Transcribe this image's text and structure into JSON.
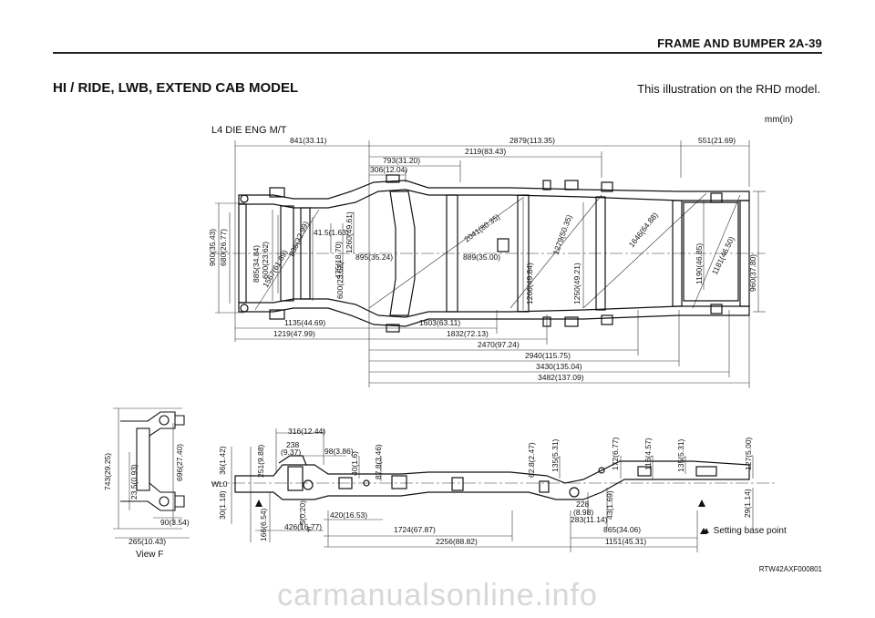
{
  "header": {
    "section": "FRAME AND BUMPER  2A-39"
  },
  "title": "HI / RIDE, LWB, EXTEND CAB MODEL",
  "note": "This illustration on the RHD model.",
  "units": "mm(in)",
  "variant": "L4 DIE ENG M/T",
  "plan_dims": {
    "d841": "841(33.11)",
    "d2879": "2879(113.35)",
    "d551": "551(21.69)",
    "d2119": "2119(83.43)",
    "d793": "793(31.20)",
    "d306": "306(12.04)",
    "d900": "900(35.43)",
    "d680": "680(26.77)",
    "d885": "885(34.84)",
    "d600a": "600(23.62)",
    "d838": "838(32.99)",
    "d1567": "1567(61.69)",
    "d41_5": "41.5(1.63)",
    "d1260": "1260(49.61)",
    "d475": "475(18.70)",
    "d600b": "600(23.62)",
    "d895": "895(35.24)",
    "d889": "889(35.00)",
    "d2041": "2041(80.35)",
    "d1279": "1279(50.35)",
    "d1266": "1266(49.84)",
    "d1250": "1250(49.21)",
    "d1646": "1646(64.88)",
    "d1190": "1190(46.85)",
    "d1181": "1181(46.50)",
    "d960": "960(37.80)",
    "d1135": "1135(44.69)",
    "d1603": "1603(63.11)",
    "d1219": "1219(47.99)",
    "d1832": "1832(72.13)",
    "d2470": "2470(97.24)",
    "d2940": "2940(115.75)",
    "d3430": "3430(135.04)",
    "d3482": "3482(137.09)"
  },
  "side_dims": {
    "d316": "316(12.44)",
    "d238a": "238",
    "d238b": "(9.37)",
    "d98": "98(3.86)",
    "d40": "40(1.6)",
    "d36": "36(1.42)",
    "d251": "251(9.88)",
    "d87": "87.8(3.46)",
    "d62": "62.8(2.47)",
    "d135a": "135(5.31)",
    "d172": "172(6.77)",
    "d116": "116(4.57)",
    "d135b": "135(5.31)",
    "d127": "127(5.00)",
    "wl0": "WL0",
    "d30": "30(1.18)",
    "d166": "166(6.54)",
    "d5": "5(0.20)",
    "f": "F",
    "d420": "420(16.53)",
    "d426": "426(16.77)",
    "d1724": "1724(67.87)",
    "d2256": "2256(88.82)",
    "d228a": "228",
    "d228b": "(8.98)",
    "d283": "283(11.14)",
    "d43": "43(1.69)",
    "d865": "865(34.06)",
    "d1151": "1151(45.31)",
    "d29": "29(1.14)"
  },
  "viewf_dims": {
    "d743": "743(29.25)",
    "d23": "23.5(0.93)",
    "d696": "696(27.40)",
    "d90": "90(3.54)",
    "d265": "265(10.43)"
  },
  "view_f_label": "View F",
  "setting_label": "▲ Setting base point",
  "figure_code": "RTW42AXF000801",
  "watermark": "carmanualsonline.info"
}
